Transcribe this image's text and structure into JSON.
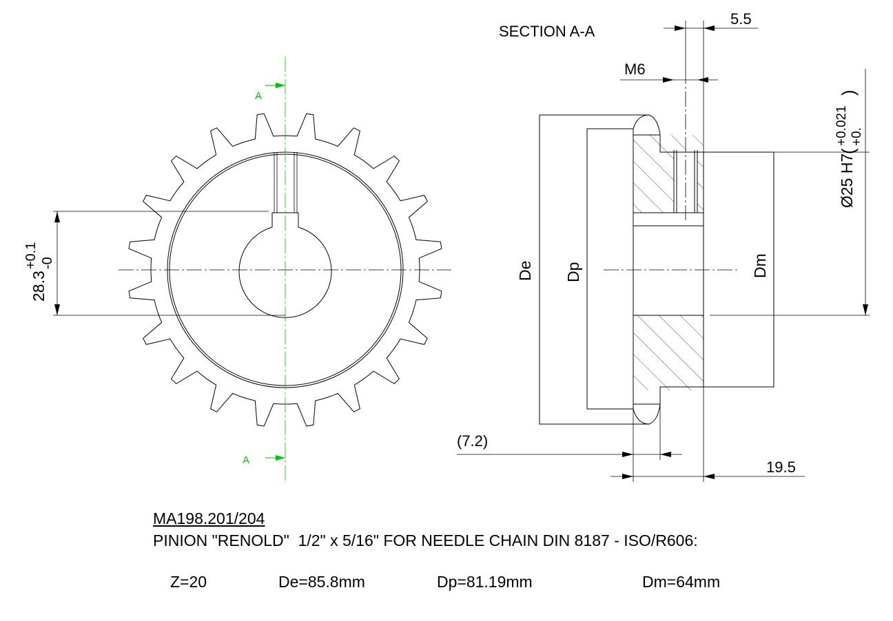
{
  "section_title": "SECTION A-A",
  "section_marks": [
    "A",
    "A"
  ],
  "dims": {
    "d_5_5": "5.5",
    "m6": "M6",
    "bore": "Ø25 H7 (+0.021 / +0.)",
    "bore_main": "Ø25 H7",
    "bore_tol_upper": "+0.021",
    "bore_tol_lower": "+0.",
    "bore_paren_open": "(",
    "bore_paren_close": ")",
    "key_main": "28.3",
    "key_tol_upper": "+0.1",
    "key_tol_lower": "-0",
    "de": "De",
    "dp": "Dp",
    "dm": "Dm",
    "d_7_2": "(7.2)",
    "d_19_5": "19.5"
  },
  "part": {
    "code": "MA198.201/204",
    "description": "PINION \"RENOLD\"  1/2\" x 5/16\" FOR NEEDLE CHAIN DIN 8187 - ISO/R606:",
    "specs": {
      "z": "Z=20",
      "de": "De=85.8mm",
      "dp": "Dp=81.19mm",
      "dm": "Dm=64mm"
    }
  },
  "colors": {
    "line": "#000000",
    "section_mark": "#00c000",
    "background": "#ffffff"
  }
}
